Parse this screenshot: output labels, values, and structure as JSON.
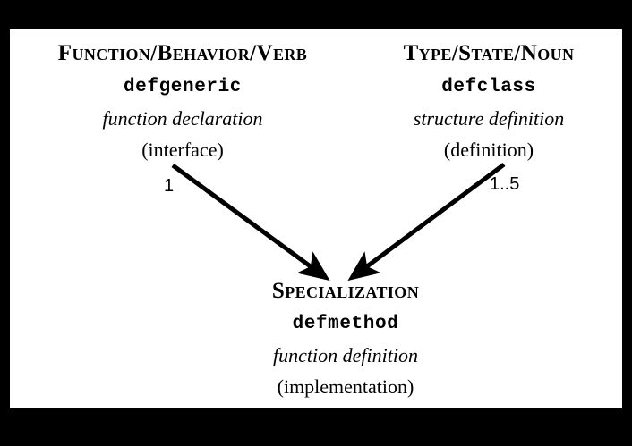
{
  "diagram": {
    "title_hidden": "CLOS concept relationships",
    "background_color": "#000000",
    "paper_color": "#ffffff",
    "ink_color": "#000000",
    "nodes": [
      {
        "id": "function-behavior-verb",
        "heading": "Function/Behavior/Verb",
        "code": "defgeneric",
        "italic": "function declaration",
        "paren": "(interface)"
      },
      {
        "id": "type-state-noun",
        "heading": "Type/State/Noun",
        "code": "defclass",
        "italic": "structure definition",
        "paren": "(definition)"
      },
      {
        "id": "specialization",
        "heading": "Specialization",
        "code": "defmethod",
        "italic": "function definition",
        "paren": "(implementation)"
      }
    ],
    "edges": [
      {
        "id": "edge-generic-to-method",
        "from": "function-behavior-verb",
        "to": "specialization",
        "label": "1"
      },
      {
        "id": "edge-class-to-method",
        "from": "type-state-noun",
        "to": "specialization",
        "label": "1..5"
      }
    ]
  }
}
